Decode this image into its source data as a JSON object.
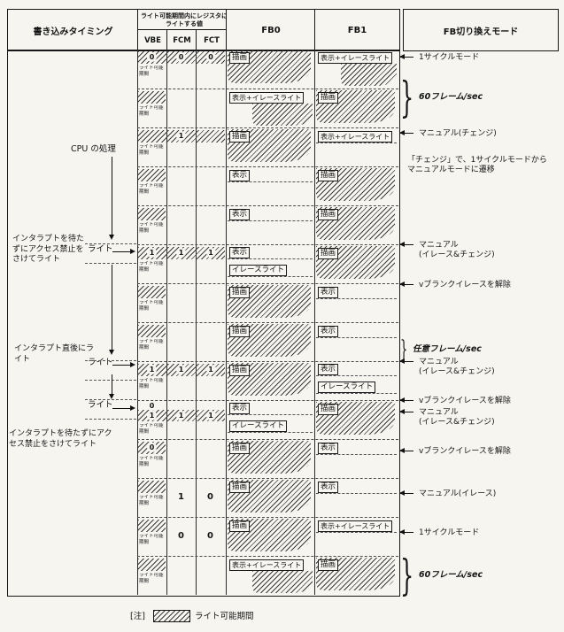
{
  "header": {
    "timing": "書き込みタイミング",
    "reg_caption": "ライト可能期間内にレジスタにライトする値",
    "vbe": "VBE",
    "fcm": "FCM",
    "fct": "FCT",
    "fb0": "FB0",
    "fb1": "FB1",
    "mode": "FB切り換えモード"
  },
  "left": {
    "cpu": "CPU の処理",
    "write": "ライト",
    "no_wait_top": "インタラプトを待たずにアクセス禁止をさけてライト",
    "after_interrupt": "インタラプト直後にライト",
    "no_wait_bottom": "インタラプトを待たずにアクセス禁止をさけてライト"
  },
  "period_label": "ライト可能期間",
  "glyphs": {
    "brace": "}"
  },
  "bands": [
    {
      "values": [
        "0",
        "0",
        "0"
      ],
      "fb0_label": "描画",
      "fb1_label": "表示+イレースライト"
    },
    {
      "values": [
        "",
        "",
        ""
      ],
      "fb0_label": "表示+イレースライト",
      "fb1_label": "描画"
    },
    {
      "values": [
        "",
        "1",
        ""
      ],
      "fb0_label": "描画",
      "fb1_label": "表示+イレースライト"
    },
    {
      "values": [
        "",
        "",
        ""
      ],
      "fb0_label": "表示",
      "fb1_label": "描画"
    },
    {
      "values": [
        "",
        "",
        ""
      ],
      "fb0_label": "表示",
      "fb1_label": "描画"
    },
    {
      "values": [
        "1",
        "1",
        "1"
      ],
      "fb0_label": "表示",
      "fb0_label2": "イレースライト",
      "fb1_label": "描画"
    },
    {
      "values": [
        "",
        "",
        ""
      ],
      "fb0_label": "描画",
      "fb1_label": "表示"
    },
    {
      "values": [
        "",
        "",
        ""
      ],
      "fb0_label": "描画",
      "fb1_label": "表示"
    },
    {
      "values": [
        "1",
        "1",
        "1"
      ],
      "fb0_label": "描画",
      "fb1_label": "表示",
      "fb1_label2": "イレースライト"
    },
    {
      "values_pre": [
        "0",
        "",
        ""
      ],
      "values": [
        "1",
        "1",
        "1"
      ],
      "fb0_label": "表示",
      "fb0_label2": "イレースライト",
      "fb1_label": "描画"
    },
    {
      "values": [
        "0",
        "",
        ""
      ],
      "fb0_label": "描画",
      "fb1_label": "表示"
    },
    {
      "values": [
        "",
        "1",
        "0"
      ],
      "fb0_label": "描画",
      "fb1_label": "表示"
    },
    {
      "values": [
        "",
        "0",
        "0"
      ],
      "fb0_label": "描画",
      "fb1_label": "表示+イレースライト"
    },
    {
      "values": [
        "",
        "",
        ""
      ],
      "fb0_label": "表示+イレースライト",
      "fb1_label": "描画"
    }
  ],
  "modes": [
    {
      "label": "1サイクルモード"
    },
    {
      "label": "60フレーム/sec"
    },
    {
      "label": "マニュアル(チェンジ)"
    },
    {
      "note": "「チェンジ」で、1サイクルモードからマニュアルモードに遷移"
    },
    {
      "label": "マニュアル",
      "label2": "(イレース&チェンジ)"
    },
    {
      "label": "vブランクイレースを解除"
    },
    {
      "label": "任意フレーム/sec"
    },
    {
      "label": "マニュアル",
      "label2": "(イレース&チェンジ)"
    },
    {
      "label": "vブランクイレースを解除"
    },
    {
      "label": "マニュアル",
      "label2": "(イレース&チェンジ)"
    },
    {
      "label": "vブランクイレースを解除"
    },
    {
      "label": "マニュアル(イレース)"
    },
    {
      "label": "1サイクルモード"
    },
    {
      "label": "60フレーム/sec"
    }
  ],
  "note": {
    "mark": "[注]",
    "legend": "ライト可能期間"
  }
}
